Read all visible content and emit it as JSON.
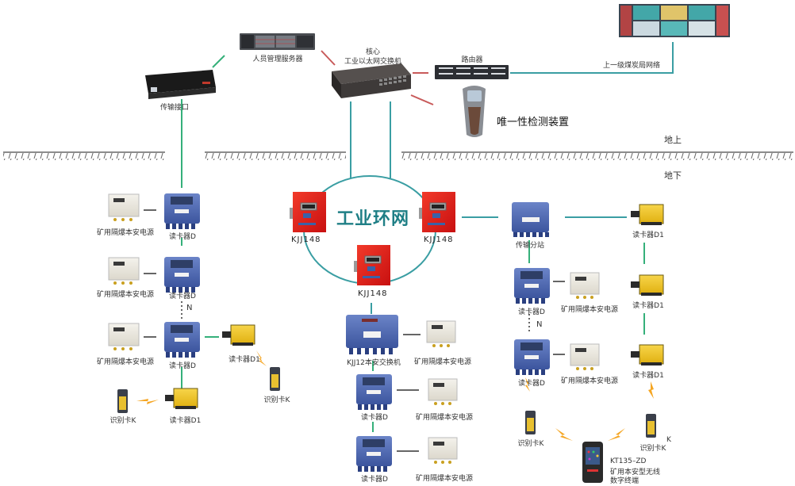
{
  "diagram": {
    "title_ring": "工业环网",
    "zones": {
      "above": "地上",
      "below": "地下"
    },
    "colors": {
      "teal_line": "#3a9ea3",
      "green_line": "#35b07a",
      "red_line": "#c85a5a",
      "ground": "#666666",
      "kjj_red": "#e02020",
      "blue_box": "#4a64b0",
      "reader_yellow": "#f0c21c",
      "bolt_orange": "#f5a623"
    },
    "surface": {
      "transmission_interface": "传输接口",
      "personnel_server": "人员管理服务器",
      "core_switch_line1": "核心",
      "core_switch_line2": "工业以太网交换机",
      "router": "路由器",
      "uniqueness_detector": "唯一性检测装置",
      "upper_network": "上一级煤炭局网络"
    },
    "ring": {
      "nodes": [
        "KJJ148",
        "KJJ148",
        "KJJ148"
      ]
    },
    "left_branch": {
      "rows": [
        {
          "power": "矿用隔爆本安电源",
          "reader": "读卡器D"
        },
        {
          "power": "矿用隔爆本安电源",
          "reader": "读卡器D"
        },
        {
          "power": "矿用隔爆本安电源",
          "reader": "读卡器D"
        }
      ],
      "n_label": "N",
      "reader_d1_right": "读卡器D1",
      "card_right": "识别卡K",
      "reader_d1_bottom": "读卡器D1",
      "card_bottom": "识别卡K"
    },
    "center_branch": {
      "switch": "KJJ12本安交换机",
      "switch_power": "矿用隔爆本安电源",
      "rows": [
        {
          "power": "矿用隔爆本安电源",
          "reader": "读卡器D"
        },
        {
          "power": "矿用隔爆本安电源",
          "reader": "读卡器D"
        }
      ]
    },
    "right_branch": {
      "substation": "传输分站",
      "rows": [
        {
          "power": "矿用隔爆本安电源",
          "reader": "读卡器D"
        },
        {
          "power": "矿用隔爆本安电源",
          "reader": "读卡器D"
        }
      ],
      "n_label": "N",
      "card_left": "识别卡K",
      "card_right": "识别卡K",
      "card_right_suffix": "K",
      "readers_d1": [
        "读卡器D1",
        "读卡器D1",
        "读卡器D1"
      ],
      "terminal_line1": "KT135–ZD",
      "terminal_line2": "矿用本安型无线",
      "terminal_line3": "数字终端"
    }
  }
}
